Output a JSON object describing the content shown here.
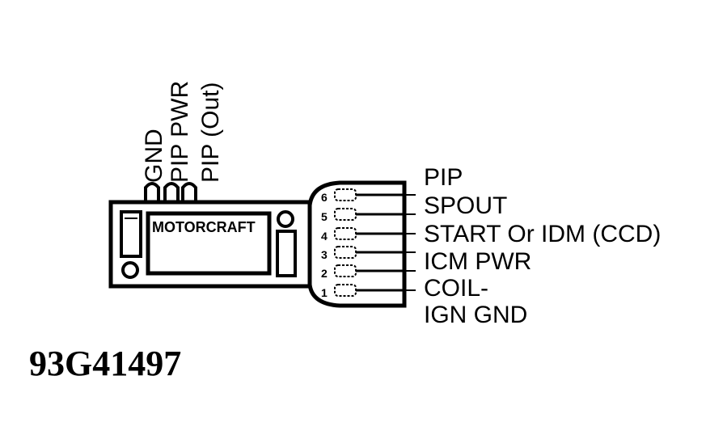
{
  "diagram": {
    "top_pins": [
      {
        "label": "GND"
      },
      {
        "label": "PIP PWR"
      },
      {
        "label": "PIP (Out)"
      }
    ],
    "module_brand": "MOTORCRAFT",
    "connector_pins": [
      {
        "number": "6",
        "label": "PIP"
      },
      {
        "number": "5",
        "label": "SPOUT"
      },
      {
        "number": "4",
        "label": "START Or IDM (CCD)"
      },
      {
        "number": "3",
        "label": "ICM PWR"
      },
      {
        "number": "2",
        "label": "COIL-"
      },
      {
        "number": "1",
        "label": "IGN GND"
      }
    ],
    "figure_id": "93G41497"
  },
  "colors": {
    "ink": "#000000",
    "paper": "#ffffff"
  }
}
